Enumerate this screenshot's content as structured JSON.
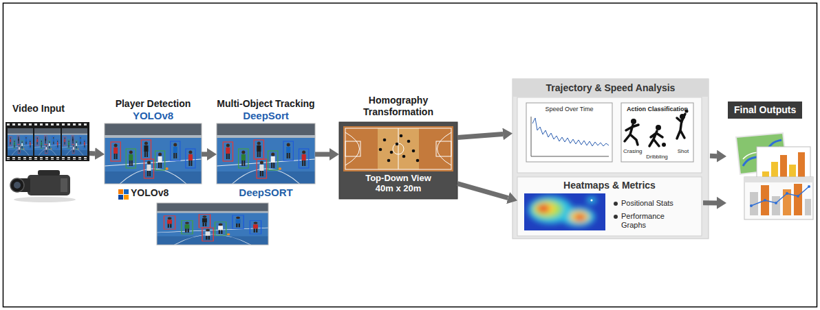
{
  "diagram": {
    "nodes": [
      {
        "text": [
          "Video Input"
        ]
      },
      {
        "text": [
          "Player Detection",
          "YOLOv8",
          "YOLOv8"
        ]
      },
      {
        "text": [
          "Multi-Object Tracking",
          "DeepSort",
          "DeepSORT"
        ]
      },
      {
        "text": [
          "Homography Transformation",
          "Top-Down View 40m x 20m"
        ]
      },
      {
        "text": [
          "Trajectory & Speed Analysis"
        ]
      },
      {
        "text": [
          "Speed Over Time"
        ],
        "in": 4
      },
      {
        "text": [
          "Action Classification",
          "Crasing",
          "Dribbling",
          "Shot"
        ],
        "in": 4
      },
      {
        "text": [
          "Heatmaps & Metrics",
          "Positional Stats",
          "Performance Graphs"
        ]
      },
      {
        "text": [
          "Final Outputs"
        ]
      }
    ],
    "edges": [
      {
        "from": 0,
        "to": 1,
        "arrow": "to"
      },
      {
        "from": 1,
        "to": 2,
        "arrow": "to"
      },
      {
        "from": 2,
        "to": 3,
        "arrow": "to"
      },
      {
        "from": 3,
        "to": 4,
        "arrow": "to"
      },
      {
        "from": 3,
        "to": 7,
        "arrow": "to"
      },
      {
        "from": 4,
        "to": 8,
        "arrow": "to"
      },
      {
        "from": 7,
        "to": 8,
        "arrow": "to"
      }
    ]
  }
}
